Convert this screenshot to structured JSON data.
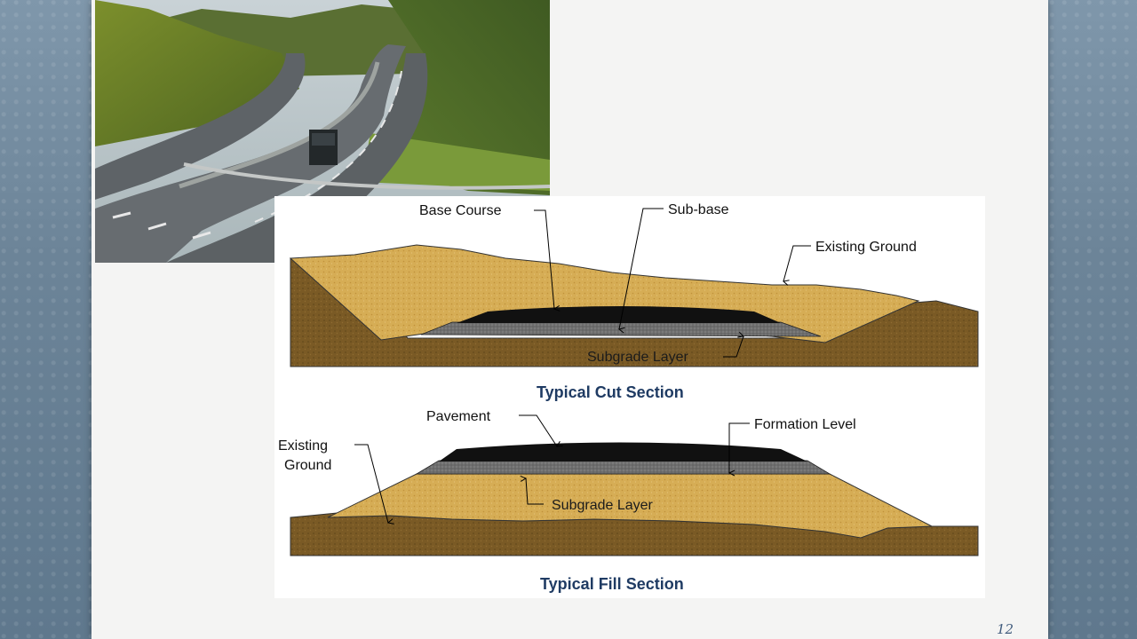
{
  "slide": {
    "page_number": "12",
    "photo": {
      "icon": "highway-photo"
    }
  },
  "diagram": {
    "cut_section": {
      "title": "Typical Cut Section",
      "labels": {
        "base_course": "Base Course",
        "sub_base": "Sub-base",
        "existing_ground": "Existing Ground",
        "subgrade_layer": "Subgrade Layer"
      }
    },
    "fill_section": {
      "title": "Typical Fill Section",
      "labels": {
        "pavement": "Pavement",
        "formation_level": "Formation Level",
        "existing_ground_line1": "Existing",
        "existing_ground_line2": "Ground",
        "subgrade_layer": "Subgrade Layer"
      }
    },
    "colors": {
      "soil_dark": "#7a5a25",
      "fill_sand": "#d6ad55",
      "asphalt": "#111111",
      "gravel": "#6e6e6e",
      "title": "#1f3b63"
    }
  }
}
